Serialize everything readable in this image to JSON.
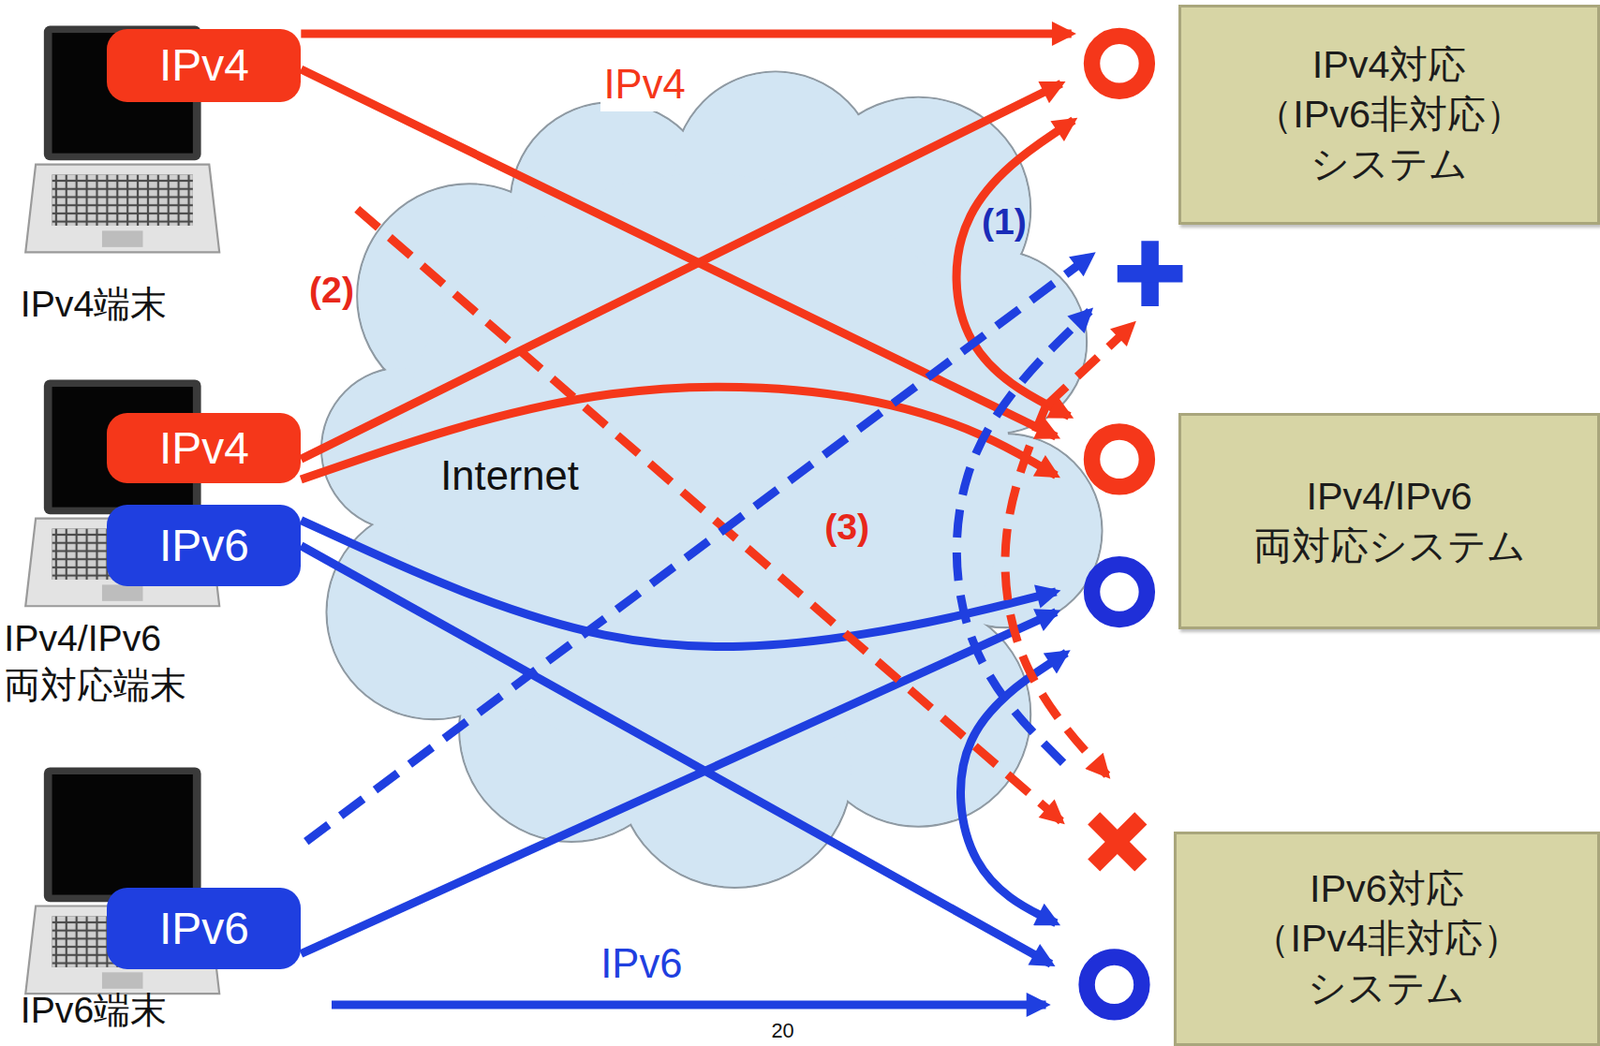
{
  "diagram": {
    "nodes": [
      {
        "text": [
          "IPv4"
        ]
      },
      {
        "text": [
          "IPv4対応 （IPv6非対応） システム"
        ]
      },
      {
        "text": [
          "IPv4"
        ]
      },
      {
        "text": [
          "IPv6"
        ]
      },
      {
        "text": [
          "IPv4/IPv6 両対応システム"
        ]
      },
      {
        "text": [
          "IPv6"
        ]
      },
      {
        "text": [
          "IPv6対応 （IPv4非対応） システム"
        ]
      }
    ],
    "edges": [
      {
        "from": 0,
        "to": 1,
        "arrow": "to",
        "label": "IPv4"
      },
      {
        "from": 0,
        "to": 4,
        "arrow": "to"
      },
      {
        "from": 2,
        "to": 1,
        "arrow": "to"
      },
      {
        "from": 2,
        "to": 4,
        "arrow": "to"
      },
      {
        "from": 1,
        "to": 4,
        "arrow": "both"
      },
      {
        "from": 3,
        "to": 4,
        "arrow": "to"
      },
      {
        "from": 3,
        "to": 6,
        "arrow": "to"
      },
      {
        "from": 5,
        "to": 4,
        "arrow": "to"
      },
      {
        "from": 5,
        "to": 6,
        "arrow": "to",
        "label": "IPv6"
      },
      {
        "from": 4,
        "to": 6,
        "arrow": "both"
      },
      {
        "from": 0,
        "to": 6,
        "arrow": "to"
      },
      {
        "from": 5,
        "to": 1,
        "arrow": "to"
      },
      {
        "from": 4,
        "to": 1,
        "arrow": "to"
      },
      {
        "from": 4,
        "to": 6,
        "arrow": "to"
      },
      {
        "from": 4,
        "to": 1,
        "arrow": "to"
      }
    ],
    "labels": [
      "IPv4端末",
      "(2)",
      "(1)",
      "Internet",
      "(3)",
      "IPv4/IPv6 両対応端末",
      "IPv6端末",
      "20"
    ]
  }
}
